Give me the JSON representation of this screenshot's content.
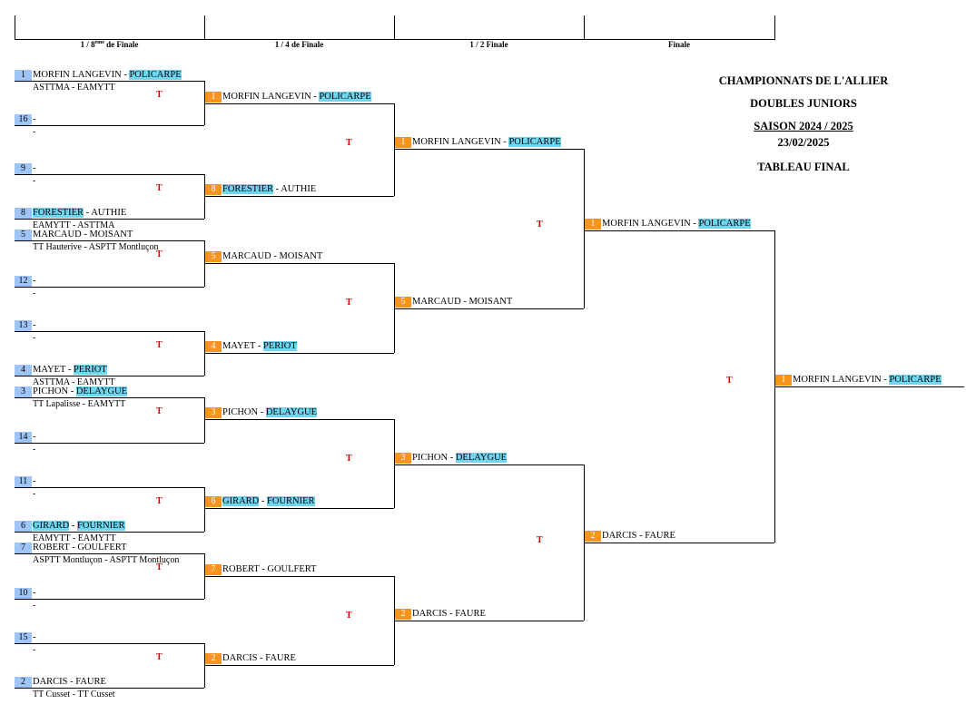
{
  "headers": {
    "r16_pre": "1 / 8",
    "r16_sup": "ème",
    "r16_post": " de Finale",
    "qf": "1 / 4 de Finale",
    "sf": "1 / 2 Finale",
    "f": "Finale"
  },
  "title": {
    "line1": "CHAMPIONNATS DE L'ALLIER",
    "line2": "DOUBLES JUNIORS",
    "line3": "SAISON 2024 / 2025",
    "line4": "23/02/2025",
    "line5": "TABLEAU FINAL"
  },
  "t_mark": "T",
  "r16": [
    {
      "seed": "1",
      "n1": "MORFIN LANGEVIN",
      "sep": " - ",
      "n2": "POLICARPE",
      "club": "ASTTMA - EAMYTT"
    },
    {
      "seed": "16",
      "n1": "-",
      "sep": "",
      "n2": "",
      "club": "-"
    },
    {
      "seed": "9",
      "n1": "-",
      "sep": "",
      "n2": "",
      "club": "-"
    },
    {
      "seed": "8",
      "n1": "FORESTIER",
      "sep": " - ",
      "n2": "AUTHIE",
      "club": "EAMYTT - ASTTMA"
    },
    {
      "seed": "5",
      "n1": "MARCAUD",
      "sep": " - ",
      "n2": "MOISANT",
      "club": "TT Hauterive - ASPTT Montluçon"
    },
    {
      "seed": "12",
      "n1": "-",
      "sep": "",
      "n2": "",
      "club": "-"
    },
    {
      "seed": "13",
      "n1": "-",
      "sep": "",
      "n2": "",
      "club": "-"
    },
    {
      "seed": "4",
      "n1": "MAYET",
      "sep": " - ",
      "n2": "PERIOT",
      "club": "ASTTMA - EAMYTT"
    },
    {
      "seed": "3",
      "n1": "PICHON",
      "sep": " - ",
      "n2": "DELAYGUE",
      "club": "TT Lapalisse - EAMYTT"
    },
    {
      "seed": "14",
      "n1": "-",
      "sep": "",
      "n2": "",
      "club": "-"
    },
    {
      "seed": "11",
      "n1": "-",
      "sep": "",
      "n2": "",
      "club": "-"
    },
    {
      "seed": "6",
      "n1": "GIRARD",
      "sep": " - ",
      "n2": "FOURNIER",
      "club": "EAMYTT - EAMYTT"
    },
    {
      "seed": "7",
      "n1": "ROBERT",
      "sep": " - ",
      "n2": "GOULFERT",
      "club": "ASPTT Montluçon - ASPTT Montluçon"
    },
    {
      "seed": "10",
      "n1": "-",
      "sep": "",
      "n2": "",
      "club": "-"
    },
    {
      "seed": "15",
      "n1": "-",
      "sep": "",
      "n2": "",
      "club": "-"
    },
    {
      "seed": "2",
      "n1": "DARCIS",
      "sep": " - ",
      "n2": "FAURE",
      "club": "TT Cusset - TT Cusset"
    }
  ],
  "qf": [
    {
      "seed": "1",
      "n1": "MORFIN LANGEVIN",
      "sep": " - ",
      "n2": "POLICARPE"
    },
    {
      "seed": "8",
      "n1": "FORESTIER",
      "sep": " - ",
      "n2": "AUTHIE"
    },
    {
      "seed": "5",
      "n1": "MARCAUD",
      "sep": " - ",
      "n2": "MOISANT"
    },
    {
      "seed": "4",
      "n1": "MAYET",
      "sep": " - ",
      "n2": "PERIOT"
    },
    {
      "seed": "3",
      "n1": "PICHON",
      "sep": " - ",
      "n2": "DELAYGUE"
    },
    {
      "seed": "6",
      "n1": "GIRARD",
      "sep": " - ",
      "n2": "FOURNIER"
    },
    {
      "seed": "7",
      "n1": "ROBERT",
      "sep": " - ",
      "n2": "GOULFERT"
    },
    {
      "seed": "2",
      "n1": "DARCIS",
      "sep": " - ",
      "n2": "FAURE"
    }
  ],
  "sf": [
    {
      "seed": "1",
      "n1": "MORFIN LANGEVIN",
      "sep": " - ",
      "n2": "POLICARPE"
    },
    {
      "seed": "5",
      "n1": "MARCAUD",
      "sep": " - ",
      "n2": "MOISANT"
    },
    {
      "seed": "3",
      "n1": "PICHON",
      "sep": " - ",
      "n2": "DELAYGUE"
    },
    {
      "seed": "2",
      "n1": "DARCIS",
      "sep": " - ",
      "n2": "FAURE"
    }
  ],
  "f": [
    {
      "seed": "1",
      "n1": "MORFIN LANGEVIN",
      "sep": " - ",
      "n2": "POLICARPE"
    },
    {
      "seed": "2",
      "n1": "DARCIS",
      "sep": " - ",
      "n2": "FAURE"
    }
  ],
  "winner": {
    "seed": "1",
    "n1": "MORFIN LANGEVIN",
    "sep": " - ",
    "n2": "POLICARPE"
  },
  "highlighted_names": [
    "POLICARPE",
    "FORESTIER",
    "PERIOT",
    "DELAYGUE",
    "GIRARD",
    "FOURNIER"
  ]
}
